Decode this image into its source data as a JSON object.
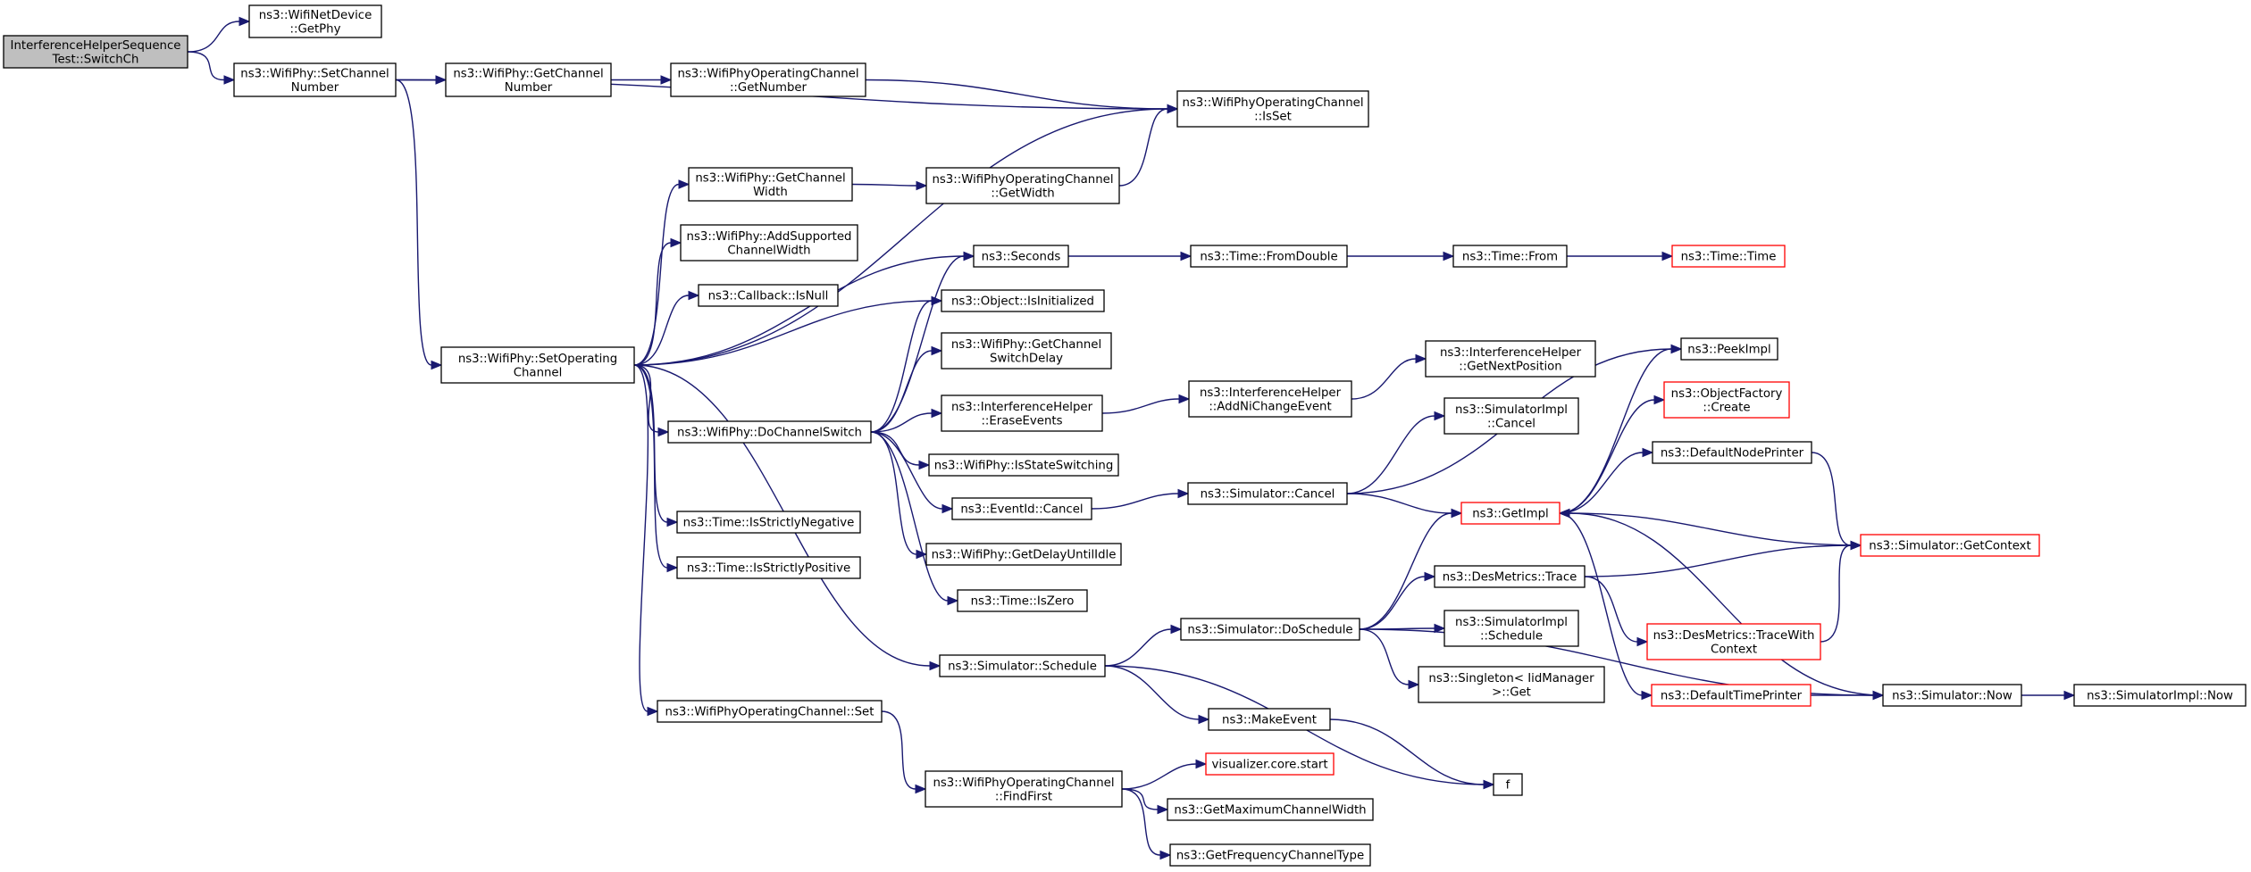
{
  "graph": {
    "edge_color": "#191970",
    "nodes": [
      {
        "id": "root",
        "lines": [
          "InterferenceHelperSequence",
          "Test::SwitchCh"
        ],
        "style": "root"
      },
      {
        "id": "getphy",
        "lines": [
          "ns3::WifiNetDevice",
          "::GetPhy"
        ],
        "style": "normal"
      },
      {
        "id": "setchnum",
        "lines": [
          "ns3::WifiPhy::SetChannel",
          "Number"
        ],
        "style": "normal"
      },
      {
        "id": "getchnum",
        "lines": [
          "ns3::WifiPhy::GetChannel",
          "Number"
        ],
        "style": "normal"
      },
      {
        "id": "opgetnum",
        "lines": [
          "ns3::WifiPhyOperatingChannel",
          "::GetNumber"
        ],
        "style": "normal"
      },
      {
        "id": "isset",
        "lines": [
          "ns3::WifiPhyOperatingChannel",
          "::IsSet"
        ],
        "style": "normal"
      },
      {
        "id": "getchwidth",
        "lines": [
          "ns3::WifiPhy::GetChannel",
          "Width"
        ],
        "style": "normal"
      },
      {
        "id": "opgetwidth",
        "lines": [
          "ns3::WifiPhyOperatingChannel",
          "::GetWidth"
        ],
        "style": "normal"
      },
      {
        "id": "addsupp",
        "lines": [
          "ns3::WifiPhy::AddSupported",
          "ChannelWidth"
        ],
        "style": "normal"
      },
      {
        "id": "isnull",
        "lines": [
          "ns3::Callback::IsNull"
        ],
        "style": "normal"
      },
      {
        "id": "setop",
        "lines": [
          "ns3::WifiPhy::SetOperating",
          "Channel"
        ],
        "style": "normal"
      },
      {
        "id": "seconds",
        "lines": [
          "ns3::Seconds"
        ],
        "style": "normal"
      },
      {
        "id": "fromdouble",
        "lines": [
          "ns3::Time::FromDouble"
        ],
        "style": "normal"
      },
      {
        "id": "from",
        "lines": [
          "ns3::Time::From"
        ],
        "style": "normal"
      },
      {
        "id": "time",
        "lines": [
          "ns3::Time::Time"
        ],
        "style": "red"
      },
      {
        "id": "isinit",
        "lines": [
          "ns3::Object::IsInitialized"
        ],
        "style": "normal"
      },
      {
        "id": "getswdelay",
        "lines": [
          "ns3::WifiPhy::GetChannel",
          "SwitchDelay"
        ],
        "style": "normal"
      },
      {
        "id": "docs",
        "lines": [
          "ns3::WifiPhy::DoChannelSwitch"
        ],
        "style": "normal"
      },
      {
        "id": "erase",
        "lines": [
          "ns3::InterferenceHelper",
          "::EraseEvents"
        ],
        "style": "normal"
      },
      {
        "id": "addni",
        "lines": [
          "ns3::InterferenceHelper",
          "::AddNiChangeEvent"
        ],
        "style": "normal"
      },
      {
        "id": "getnextpos",
        "lines": [
          "ns3::InterferenceHelper",
          "::GetNextPosition"
        ],
        "style": "normal"
      },
      {
        "id": "isstatesw",
        "lines": [
          "ns3::WifiPhy::IsStateSwitching"
        ],
        "style": "normal"
      },
      {
        "id": "evcancel",
        "lines": [
          "ns3::EventId::Cancel"
        ],
        "style": "normal"
      },
      {
        "id": "simcancel",
        "lines": [
          "ns3::Simulator::Cancel"
        ],
        "style": "normal"
      },
      {
        "id": "simimplcancel",
        "lines": [
          "ns3::SimulatorImpl",
          "::Cancel"
        ],
        "style": "normal"
      },
      {
        "id": "peekimpl",
        "lines": [
          "ns3::PeekImpl"
        ],
        "style": "normal"
      },
      {
        "id": "objfactory",
        "lines": [
          "ns3::ObjectFactory",
          "::Create"
        ],
        "style": "red"
      },
      {
        "id": "defnodeprinter",
        "lines": [
          "ns3::DefaultNodePrinter"
        ],
        "style": "normal"
      },
      {
        "id": "getimpl",
        "lines": [
          "ns3::GetImpl"
        ],
        "style": "red"
      },
      {
        "id": "getcontext",
        "lines": [
          "ns3::Simulator::GetContext"
        ],
        "style": "red"
      },
      {
        "id": "strictneg",
        "lines": [
          "ns3::Time::IsStrictlyNegative"
        ],
        "style": "normal"
      },
      {
        "id": "strictpos",
        "lines": [
          "ns3::Time::IsStrictlyPositive"
        ],
        "style": "normal"
      },
      {
        "id": "getdelayidle",
        "lines": [
          "ns3::WifiPhy::GetDelayUntilIdle"
        ],
        "style": "normal"
      },
      {
        "id": "iszero",
        "lines": [
          "ns3::Time::IsZero"
        ],
        "style": "normal"
      },
      {
        "id": "destrace",
        "lines": [
          "ns3::DesMetrics::Trace"
        ],
        "style": "normal"
      },
      {
        "id": "traceWith",
        "lines": [
          "ns3::DesMetrics::TraceWith",
          "Context"
        ],
        "style": "red"
      },
      {
        "id": "doschedule",
        "lines": [
          "ns3::Simulator::DoSchedule"
        ],
        "style": "normal"
      },
      {
        "id": "simimplsched",
        "lines": [
          "ns3::SimulatorImpl",
          "::Schedule"
        ],
        "style": "normal"
      },
      {
        "id": "simschedule",
        "lines": [
          "ns3::Simulator::Schedule"
        ],
        "style": "normal"
      },
      {
        "id": "singleton",
        "lines": [
          "ns3::Singleton< IidManager",
          " >::Get"
        ],
        "style": "normal"
      },
      {
        "id": "deftimeprinter",
        "lines": [
          "ns3::DefaultTimePrinter"
        ],
        "style": "red"
      },
      {
        "id": "simnow",
        "lines": [
          "ns3::Simulator::Now"
        ],
        "style": "normal"
      },
      {
        "id": "simimplnow",
        "lines": [
          "ns3::SimulatorImpl::Now"
        ],
        "style": "normal"
      },
      {
        "id": "opset",
        "lines": [
          "ns3::WifiPhyOperatingChannel::Set"
        ],
        "style": "normal"
      },
      {
        "id": "makeevent",
        "lines": [
          "ns3::MakeEvent"
        ],
        "style": "normal"
      },
      {
        "id": "findfirst",
        "lines": [
          "ns3::WifiPhyOperatingChannel",
          "::FindFirst"
        ],
        "style": "normal"
      },
      {
        "id": "vizstart",
        "lines": [
          "visualizer.core.start"
        ],
        "style": "red"
      },
      {
        "id": "f",
        "lines": [
          "f"
        ],
        "style": "normal"
      },
      {
        "id": "getmaxcw",
        "lines": [
          "ns3::GetMaximumChannelWidth"
        ],
        "style": "normal"
      },
      {
        "id": "getfreqtype",
        "lines": [
          "ns3::GetFrequencyChannelType"
        ],
        "style": "normal"
      }
    ]
  }
}
